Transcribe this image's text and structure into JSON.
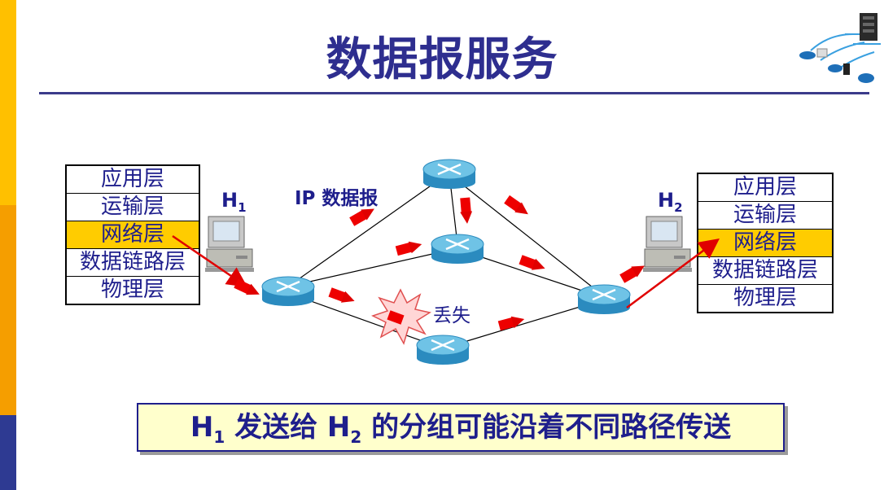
{
  "title": "数据报服务",
  "stack_left": {
    "layers": [
      "应用层",
      "运输层",
      "网络层",
      "数据链路层",
      "物理层"
    ],
    "highlight_index": 2
  },
  "stack_right": {
    "layers": [
      "应用层",
      "运输层",
      "网络层",
      "数据链路层",
      "物理层"
    ],
    "highlight_index": 2
  },
  "host1": {
    "letter": "H",
    "sub": "1"
  },
  "host2": {
    "letter": "H",
    "sub": "2"
  },
  "labels": {
    "datagram": "IP 数据报",
    "lost": "丢失"
  },
  "caption": {
    "h": "H",
    "sub1": "1",
    "mid": " 发送给 ",
    "sub2": "2",
    "tail": " 的分组可能沿着不同路径传送"
  },
  "colors": {
    "title": "#2e2e8f",
    "layer_highlight": "#ffcc00",
    "packet": "#ee0000",
    "router_top": "#6fc3e6",
    "router_side": "#2b8bbf",
    "caption_bg": "#ffffcc",
    "sidebar_top": "#ffc000",
    "sidebar_mid": "#f59e00",
    "sidebar_bottom": "#2e3a92"
  }
}
